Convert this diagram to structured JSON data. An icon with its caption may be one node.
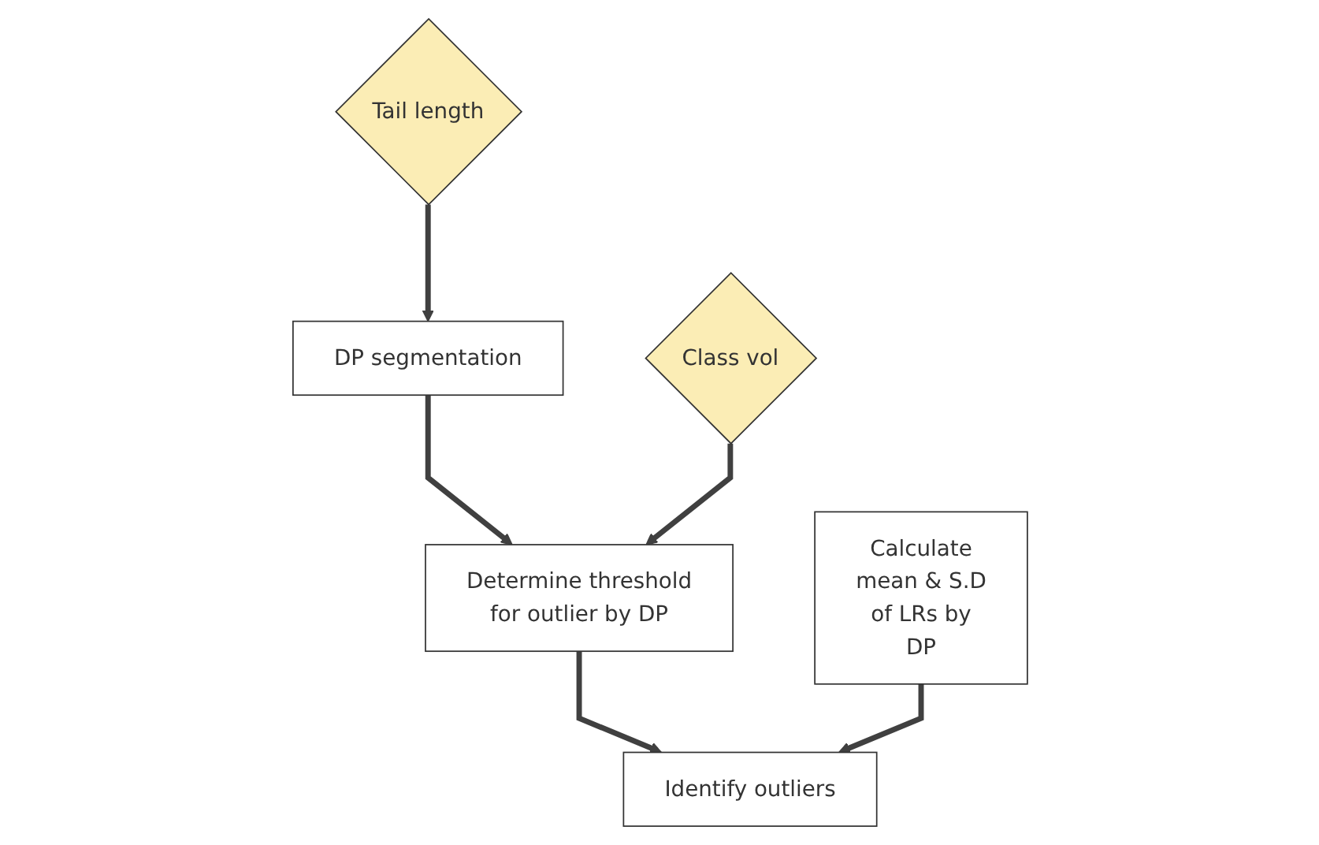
{
  "diagram": {
    "nodes": [
      {
        "text": [
          "Calculate mean & S.D of LRs by DP"
        ]
      },
      {
        "text": [
          "DP segmentation"
        ]
      },
      {
        "text": [
          "Tail length"
        ]
      },
      {
        "text": [
          "Determine threshold for outlier by DP"
        ]
      },
      {
        "text": [
          "Class vol"
        ]
      },
      {
        "text": [
          "Identify outliers"
        ]
      }
    ],
    "edges": [
      {
        "from": 2,
        "to": 1,
        "arrow": "to"
      },
      {
        "from": 1,
        "to": 3,
        "arrow": "to"
      },
      {
        "from": 4,
        "to": 3,
        "arrow": "to"
      },
      {
        "from": 3,
        "to": 5,
        "arrow": "to"
      },
      {
        "from": 0,
        "to": 5,
        "arrow": "to"
      }
    ]
  }
}
